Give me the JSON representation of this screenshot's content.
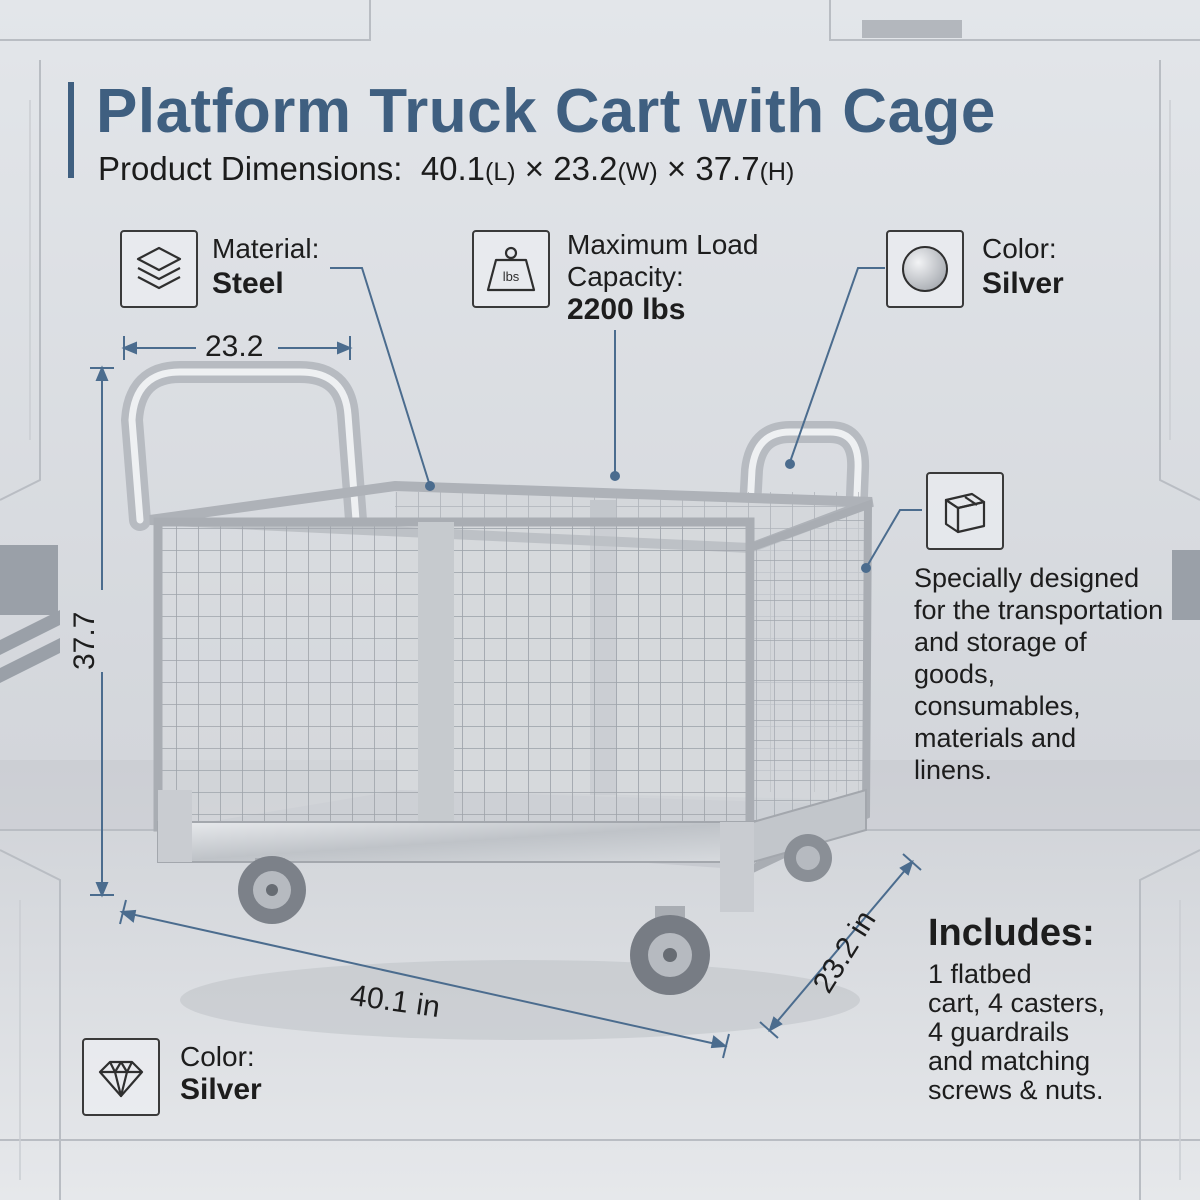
{
  "header": {
    "title": "Platform Truck Cart with Cage",
    "dimensions_label": "Product Dimensions:",
    "length": "40.1",
    "length_unit": "(L)",
    "width": "23.2",
    "width_unit": "(W)",
    "height": "37.7",
    "height_unit": "(H)",
    "times": "×"
  },
  "features": {
    "material": {
      "icon": "layers-icon",
      "label": "Material:",
      "value": "Steel"
    },
    "load": {
      "icon": "weight-icon",
      "icon_text": "lbs",
      "label_line1": "Maximum Load",
      "label_line2": "Capacity:",
      "value": "2200 lbs"
    },
    "color_top": {
      "icon": "silver-circle-icon",
      "label": "Color:",
      "value": "Silver"
    },
    "purpose": {
      "icon": "box-icon",
      "lines": [
        "Specially designed",
        "for the transportation",
        "and storage of goods,",
        "consumables,",
        "materials and",
        "linens."
      ]
    },
    "color_bottom": {
      "icon": "diamond-icon",
      "label": "Color:",
      "value": "Silver"
    }
  },
  "includes": {
    "title": "Includes:",
    "lines": [
      "1 flatbed",
      "cart, 4 casters,",
      "4 guardrails",
      "and matching",
      "screws & nuts."
    ]
  },
  "measurements": {
    "top_width": "23.2",
    "height": "37.7",
    "length": "40.1 in",
    "depth": "23.2 in"
  },
  "colors": {
    "accent": "#3f5f80",
    "text": "#1d1d1d",
    "leader": "#4b6c8e",
    "background": "#dcdfe4"
  }
}
